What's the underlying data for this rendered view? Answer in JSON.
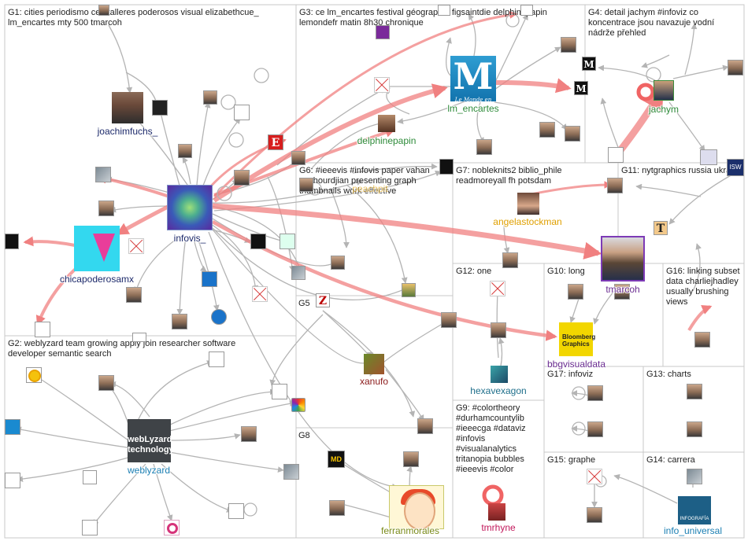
{
  "groups": [
    {
      "id": "g1",
      "label": "G1: cities periodismo ce #talleres poderosos visual elizabethcue_ lm_encartes mty 500 tmarcoh"
    },
    {
      "id": "g2",
      "label": "G2: weblyzard team growing apply join researcher software developer semantic search"
    },
    {
      "id": "g3",
      "label": "G3: ce lm_encartes festival géographie figsaintdie delphinepapin lemondefr matin 8h30 chronique"
    },
    {
      "id": "g4",
      "label": "G4: detail jachym #infoviz co koncentrace jsou navazuje vodní nádrže přehled"
    },
    {
      "id": "g5",
      "label": "G5"
    },
    {
      "id": "g6",
      "label": "G6: #ieeevis #infovis paper vahan yoghourdjian presenting graph thumbnails work effective"
    },
    {
      "id": "g7",
      "label": "G7: nobleknits2 biblio_phile readmoreyall fh potsdam"
    },
    {
      "id": "g8",
      "label": "G8"
    },
    {
      "id": "g9",
      "label": "G9: #colortheory #durhamcountylib #ieeecga #dataviz #infovis #visualanalytics tritanopia bubbles #ieeevis #color"
    },
    {
      "id": "g10",
      "label": "G10: long"
    },
    {
      "id": "g11",
      "label": "G11: nytgraphics russia ukraine"
    },
    {
      "id": "g12",
      "label": "G12: one"
    },
    {
      "id": "g13",
      "label": "G13: charts"
    },
    {
      "id": "g14",
      "label": "G14: carrera"
    },
    {
      "id": "g15",
      "label": "G15: graphe"
    },
    {
      "id": "g16",
      "label": "G16: linking subset data charliejhadley usually brushing views"
    },
    {
      "id": "g17",
      "label": "G17: infoviz"
    }
  ],
  "nodes": {
    "infovis": "infovis_",
    "chicapoderosamx": "chicapoderosamx",
    "joachimfuchs": "joachimfuchs_",
    "weblyzard": "weblyzard",
    "weblyzard_logo_text": "webLyzard technology",
    "lm_encartes": "lm_encartes",
    "lm_logo_text": "M",
    "lm_logo_sub": "Le Monde en cartes",
    "delphinepapin": "delphinepapin",
    "jachym": "jachym",
    "angelastockman": "angelastockman",
    "tmarcoh": "tmarcoh",
    "bbgvisualdata": "bbgvisualdata",
    "bbg_logo_text": "Bloomberg Graphics",
    "hexavexagon": "hexavexagon",
    "xanufo": "xanufo",
    "ferranmorales": "ferranmorales",
    "tmrhyne": "tmrhyne",
    "info_universal": "info_universal",
    "info_logo_text": "INFOGRAFÍA",
    "peachpit": "peachpit"
  },
  "badges": {
    "e": "E",
    "z": "Z",
    "m": "M",
    "isw": "ISW",
    "nyt": "T",
    "md": "MD"
  },
  "colors": {
    "edge_gray": "#b4b4b4",
    "edge_red": "#f08080",
    "label_navy": "#1d2a6b",
    "label_green": "#2e8b3a",
    "label_purple": "#6a2c91",
    "label_orange": "#e0a000",
    "label_darkred": "#8b1a1a",
    "label_blue": "#1b7fb3",
    "label_pink": "#c2185b",
    "label_teal": "#1f6f8b",
    "label_olive": "#7a8b1a"
  }
}
